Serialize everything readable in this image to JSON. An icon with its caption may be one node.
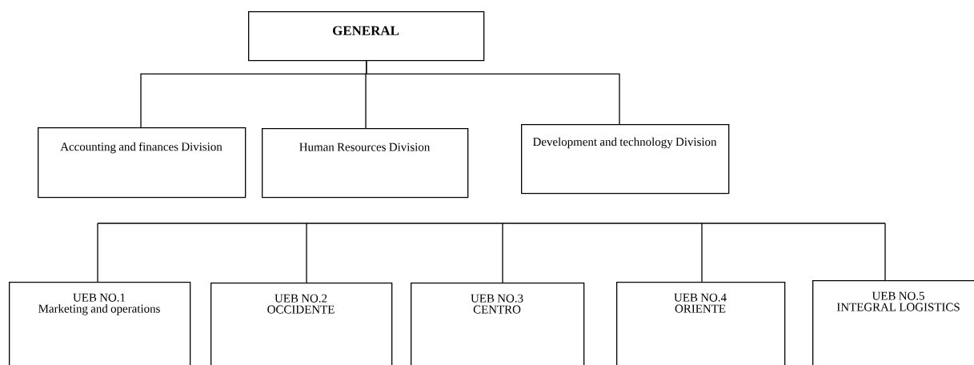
{
  "diagram": {
    "nodes": [
      {
        "text": [
          "GENERAL"
        ]
      },
      {
        "text": [
          "Accounting and finances Division"
        ]
      },
      {
        "text": [
          "Human Resources Division"
        ]
      },
      {
        "text": [
          "Development and technology Division"
        ]
      },
      {
        "text": [
          "UEB NO.1",
          "Marketing and operations"
        ]
      },
      {
        "text": [
          "UEB NO.2",
          "OCCIDENTE"
        ]
      },
      {
        "text": [
          "UEB NO.3",
          "CENTRO"
        ]
      },
      {
        "text": [
          "UEB NO.4",
          "ORIENTE"
        ]
      },
      {
        "text": [
          "UEB NO.5",
          "INTEGRAL LOGISTICS"
        ]
      }
    ],
    "edges": [
      {
        "from": 0,
        "to": 1,
        "arrow": "none"
      },
      {
        "from": 0,
        "to": 2,
        "arrow": "none"
      },
      {
        "from": 0,
        "to": 3,
        "arrow": "none"
      },
      {
        "from": null,
        "to": 4,
        "arrow": "none"
      },
      {
        "from": null,
        "to": 5,
        "arrow": "none"
      },
      {
        "from": null,
        "to": 6,
        "arrow": "none"
      },
      {
        "from": null,
        "to": 7,
        "arrow": "none"
      },
      {
        "from": null,
        "to": 8,
        "arrow": "none"
      }
    ]
  }
}
